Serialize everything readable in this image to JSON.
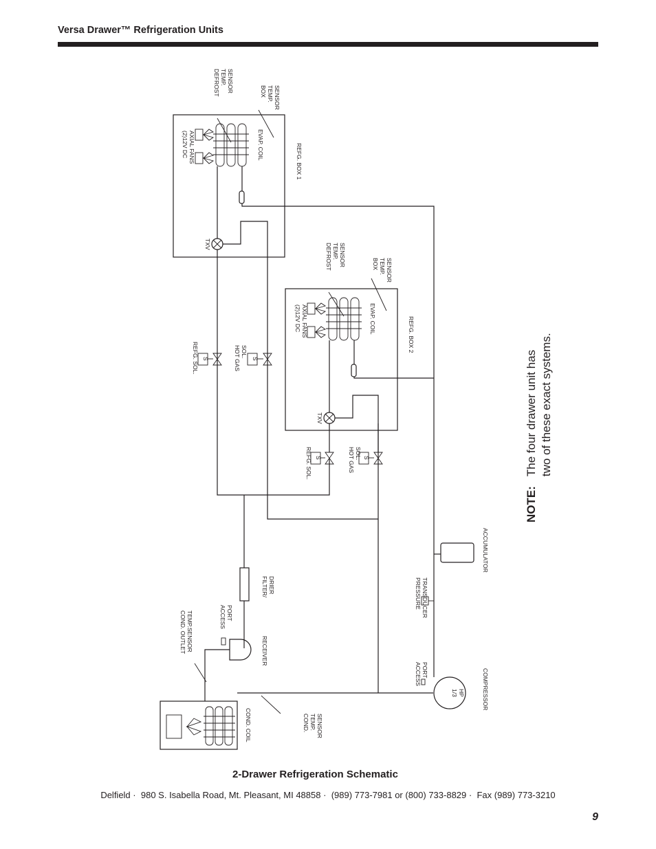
{
  "header": {
    "title": "Versa Drawer™ Refrigeration Units"
  },
  "page_number": "9",
  "caption": "2-Drawer Refrigeration Schematic",
  "footer": {
    "company": "Delfield",
    "address": "980 S. Isabella Road, Mt. Pleasant, MI 48858",
    "phone": "(989) 773-7981 or (800) 733-8829",
    "fax": "Fax (989) 773-3210",
    "separator": "·"
  },
  "note": {
    "heading": "NOTE:",
    "line1": "The four drawer unit has",
    "line2": "two of these exact systems."
  },
  "labels": {
    "box1": {
      "defrost": [
        "DEFROST",
        "TEMP.",
        "SENSOR"
      ],
      "box_sensor": [
        "BOX",
        "TEMP.",
        "SENSOR"
      ],
      "fans": [
        "(2)12V DC",
        "AXIAL FANS"
      ],
      "evap": "EVAP. COIL",
      "refg_box": "REFG. BOX 1",
      "txv": "TXV"
    },
    "box2": {
      "defrost": [
        "DEFROST",
        "TEMP.",
        "SENSOR"
      ],
      "box_sensor": [
        "BOX",
        "TEMP.",
        "SENSOR"
      ],
      "fans": [
        "(2)12V DC",
        "AXIAL FANS"
      ],
      "evap": "EVAP. COIL",
      "refg_box": "REFG. BOX 2",
      "txv": "TXV"
    },
    "refg_sol": "REFG. SOL.",
    "hot_gas_sol": [
      "HOT GAS",
      "SOL."
    ],
    "sol_symbol": "S",
    "filter_drier": [
      "FILTER/",
      "DRIER"
    ],
    "access_port": [
      "ACCESS",
      "PORT"
    ],
    "receiver": "RECEIVER",
    "cond_outlet": [
      "COND. OUTLET",
      "TEMP.SENSOR"
    ],
    "cond_coil": "COND. COIL",
    "cond_temp": [
      "COND.",
      "TEMP.",
      "SENSOR"
    ],
    "pressure_transducer": [
      "PRESSURE",
      "TRANSDUCER"
    ],
    "accumulator": "ACCUMULATOR",
    "compressor": "COMPRESSOR",
    "compressor_hp": [
      "1/3",
      "HP"
    ]
  }
}
